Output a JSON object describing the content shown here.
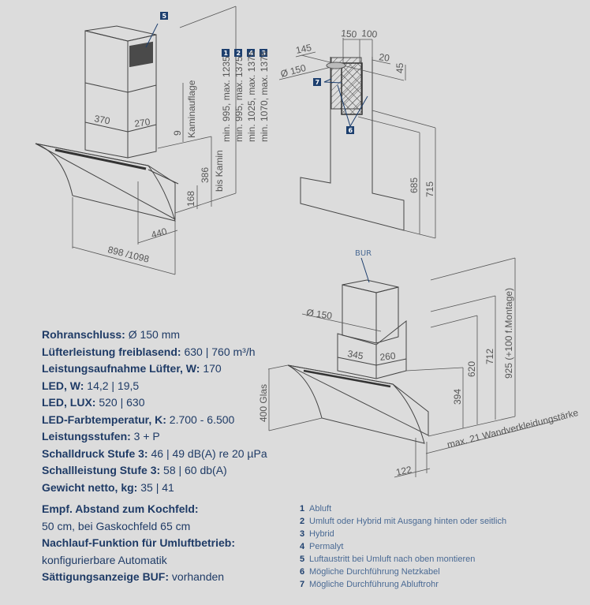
{
  "drawing_side": {
    "badge_5": "5",
    "col_badges": [
      "1",
      "2",
      "4",
      "3"
    ],
    "col_texts": [
      "min. 995, max. 1235",
      "min. 995, max. 1375",
      "min. 1025, max. 1375",
      "min. 1070, max. 1375"
    ],
    "dim_370": "370",
    "dim_270": "270",
    "dim_9": "9",
    "kaminauflage": "Kaminauflage",
    "dim_386": "386",
    "bis_kamin": "bis Kamin",
    "dim_168": "168",
    "dim_440": "440",
    "dim_width": "898 /1098"
  },
  "drawing_wall": {
    "dim_145": "145",
    "dim_150": "150",
    "dim_100": "100",
    "dim_20": "20",
    "dim_45": "45",
    "dia_150": "Ø 150",
    "badge_7": "7",
    "badge_6": "6",
    "dim_685": "685",
    "dim_715": "715"
  },
  "drawing_front": {
    "bur": "BUR",
    "dia_150": "Ø 150",
    "dim_345": "345",
    "dim_260": "260",
    "dim_400": "400 Glas",
    "dim_394": "394",
    "dim_620": "620",
    "dim_712": "712",
    "dim_925": "925 (+100 f.Montage)",
    "wall": "max. 21 Wandverkleidungstärke",
    "dim_122": "122"
  },
  "specs": [
    {
      "label": "Rohranschluss:",
      "value": " Ø 150 mm"
    },
    {
      "label": "Lüfterleistung freiblasend:",
      "value": " 630 | 760 m³/h"
    },
    {
      "label": "Leistungsaufnahme Lüfter, W:",
      "value": " 170"
    },
    {
      "label": "LED, W:",
      "value": " 14,2 | 19,5"
    },
    {
      "label": "LED, LUX:",
      "value": " 520 | 630"
    },
    {
      "label": "LED-Farbtemperatur, K:",
      "value": " 2.700 - 6.500"
    },
    {
      "label": "Leistungsstufen:",
      "value": " 3 + P"
    },
    {
      "label": "Schalldruck Stufe 3:",
      "value": " 46 | 49 dB(A) re 20 µPa"
    },
    {
      "label": "Schallleistung Stufe 3:",
      "value": " 58 | 60 db(A)"
    },
    {
      "label": "Gewicht netto, kg:",
      "value": " 35 | 41"
    }
  ],
  "extra": {
    "abstand_label": "Empf. Abstand zum Kochfeld:",
    "abstand_value": "50 cm, bei Gaskochfeld 65 cm",
    "nachlauf_label": "Nachlauf-Funktion für Umluftbetrieb:",
    "nachlauf_value": "konfigurierbare Automatik",
    "buf_label": "Sättigungsanzeige BUF:",
    "buf_value": " vorhanden"
  },
  "legend": [
    {
      "n": "1",
      "text": "Abluft"
    },
    {
      "n": "2",
      "text": "Umluft oder Hybrid mit Ausgang hinten oder seitlich"
    },
    {
      "n": "3",
      "text": "Hybrid"
    },
    {
      "n": "4",
      "text": "Permalyt"
    },
    {
      "n": "5",
      "text": "Luftaustritt bei Umluft nach oben montieren"
    },
    {
      "n": "6",
      "text": "Mögliche Durchführung Netzkabel"
    },
    {
      "n": "7",
      "text": "Mögliche Durchführung Abluftrohr"
    }
  ]
}
